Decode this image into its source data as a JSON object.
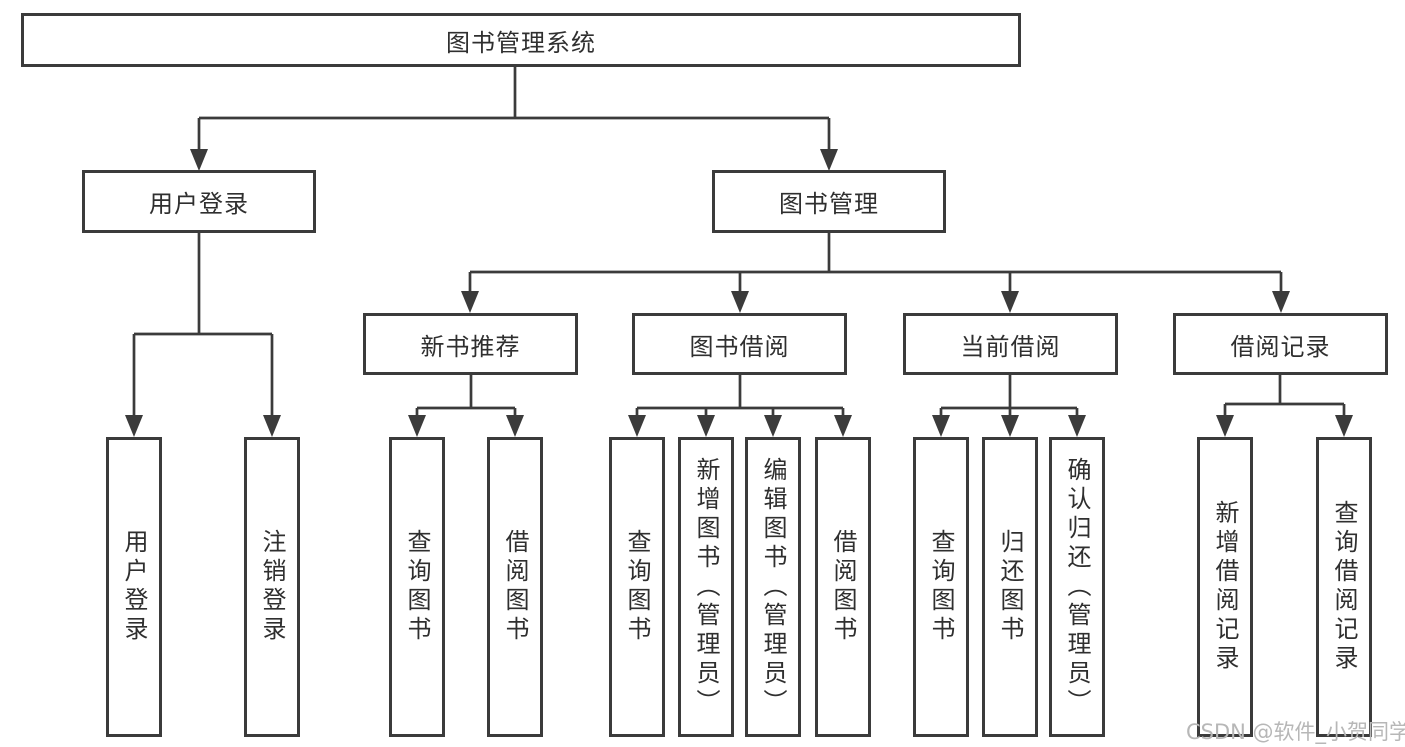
{
  "diagram": {
    "root": {
      "label": "图书管理系统"
    },
    "level2": [
      {
        "label": "用户登录"
      },
      {
        "label": "图书管理"
      }
    ],
    "level3": [
      {
        "label": "新书推荐"
      },
      {
        "label": "图书借阅"
      },
      {
        "label": "当前借阅"
      },
      {
        "label": "借阅记录"
      }
    ],
    "leaves": [
      [
        {
          "label": "用户登录"
        },
        {
          "label": "注销登录"
        }
      ],
      [
        {
          "label": "查询图书"
        },
        {
          "label": "借阅图书"
        }
      ],
      [
        {
          "label": "查询图书"
        },
        {
          "label": "新增图书（管理员）"
        },
        {
          "label": "编辑图书（管理员）"
        },
        {
          "label": "借阅图书"
        }
      ],
      [
        {
          "label": "查询图书"
        },
        {
          "label": "归还图书"
        },
        {
          "label": "确认归还（管理员）"
        }
      ],
      [
        {
          "label": "新增借阅记录"
        },
        {
          "label": "查询借阅记录"
        }
      ]
    ]
  },
  "watermark": {
    "text": "CSDN @软件_小贺同学"
  },
  "colors": {
    "line": "#3b3b3b",
    "box_border": "#3b3b3b",
    "text": "#2f2f2f",
    "watermark": "#b7b7b7",
    "background": "#ffffff"
  }
}
